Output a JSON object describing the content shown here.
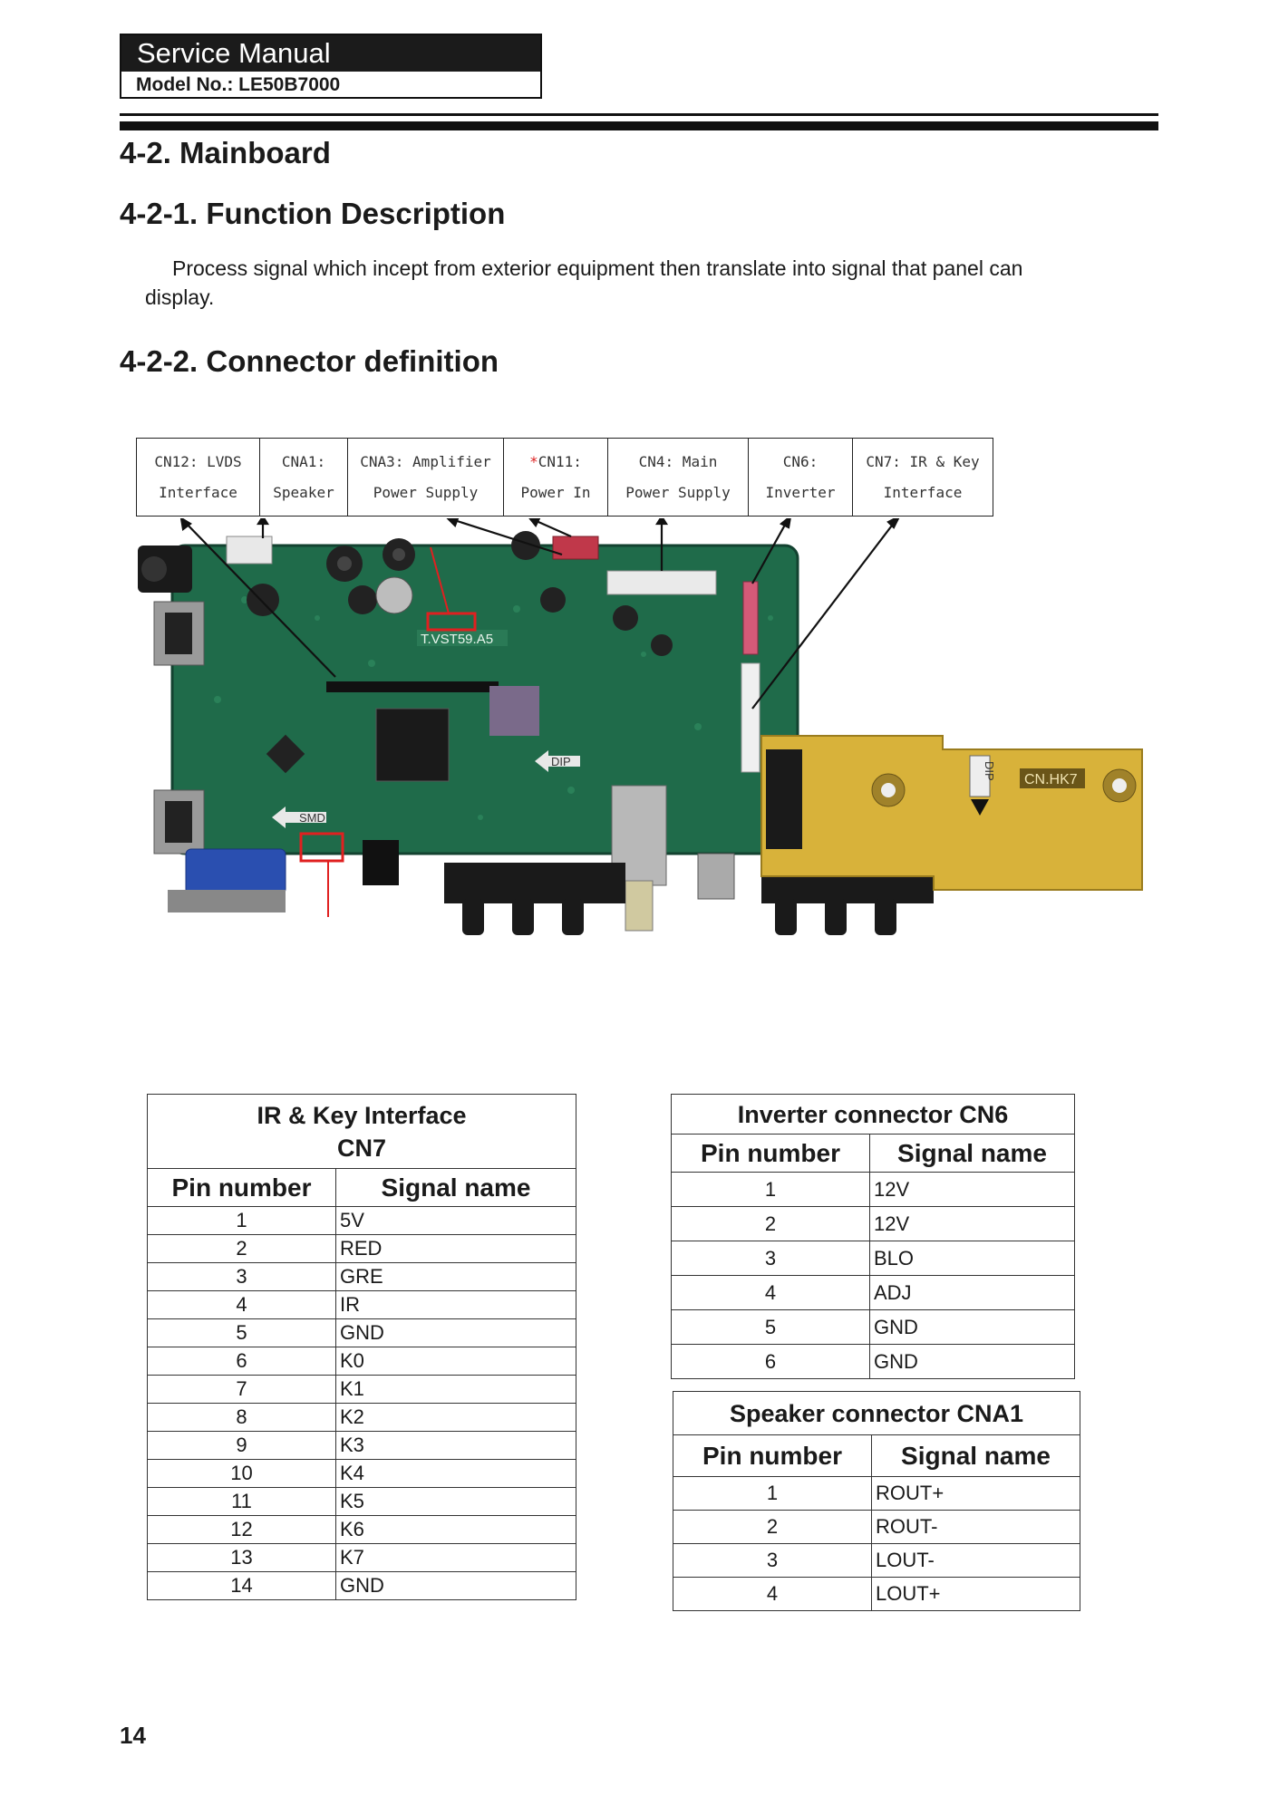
{
  "header": {
    "title": "Service Manual",
    "model": "Model No.: LE50B7000"
  },
  "headings": {
    "mainboard": "4-2. Mainboard",
    "function_description": "4-2-1. Function Description",
    "connector_definition": "4-2-2. Connector definition"
  },
  "function_text": "Process signal which incept from exterior equipment then translate into signal that panel can display.",
  "connector_labels": [
    {
      "line1": "CN12: LVDS",
      "line2": "Interface"
    },
    {
      "line1": "CNA1:",
      "line2": "Speaker"
    },
    {
      "line1": "CNA3: Amplifier",
      "line2": "Power Supply"
    },
    {
      "star": "*",
      "line1": "CN11:",
      "line2": "Power In"
    },
    {
      "line1": "CN4: Main",
      "line2": "Power Supply"
    },
    {
      "line1": "CN6:",
      "line2": "Inverter"
    },
    {
      "line1": "CN7: IR & Key",
      "line2": "Interface"
    }
  ],
  "board_markings": {
    "model": "T.VST59.A5",
    "dip": "DIP",
    "smd": "SMD",
    "sub_board": "CN.HK7",
    "sub_dip": "DIP"
  },
  "ir_table": {
    "title1": "IR & Key Interface",
    "title2": "CN7",
    "col_pin": "Pin number",
    "col_signal": "Signal name",
    "rows": [
      {
        "pin": "1",
        "signal": "5V"
      },
      {
        "pin": "2",
        "signal": "RED"
      },
      {
        "pin": "3",
        "signal": "GRE"
      },
      {
        "pin": "4",
        "signal": "IR"
      },
      {
        "pin": "5",
        "signal": "GND"
      },
      {
        "pin": "6",
        "signal": "K0"
      },
      {
        "pin": "7",
        "signal": "K1"
      },
      {
        "pin": "8",
        "signal": "K2"
      },
      {
        "pin": "9",
        "signal": "K3"
      },
      {
        "pin": "10",
        "signal": "K4"
      },
      {
        "pin": "11",
        "signal": "K5"
      },
      {
        "pin": "12",
        "signal": "K6"
      },
      {
        "pin": "13",
        "signal": "K7"
      },
      {
        "pin": "14",
        "signal": "GND"
      }
    ]
  },
  "inverter_table": {
    "title": "Inverter connector CN6",
    "col_pin": "Pin number",
    "col_signal": "Signal name",
    "rows": [
      {
        "pin": "1",
        "signal": "12V"
      },
      {
        "pin": "2",
        "signal": "12V"
      },
      {
        "pin": "3",
        "signal": "BLO"
      },
      {
        "pin": "4",
        "signal": "ADJ"
      },
      {
        "pin": "5",
        "signal": "GND"
      },
      {
        "pin": "6",
        "signal": "GND"
      }
    ]
  },
  "speaker_table": {
    "title": "Speaker connector CNA1",
    "col_pin": "Pin number",
    "col_signal": "Signal name",
    "rows": [
      {
        "pin": "1",
        "signal": "ROUT+"
      },
      {
        "pin": "2",
        "signal": "ROUT-"
      },
      {
        "pin": "3",
        "signal": "LOUT-"
      },
      {
        "pin": "4",
        "signal": "LOUT+"
      }
    ]
  },
  "page_number": "14"
}
